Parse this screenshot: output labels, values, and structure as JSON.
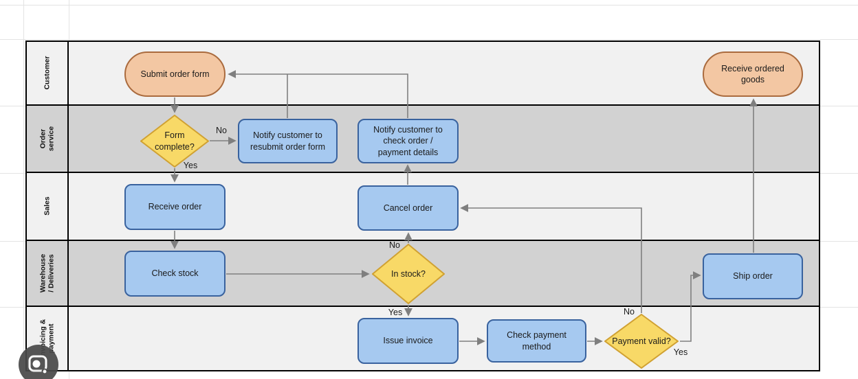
{
  "diagram": {
    "lanes": [
      {
        "label": "Customer"
      },
      {
        "label": "Order service"
      },
      {
        "label": "Sales"
      },
      {
        "label": "Warehouse / Deliveries"
      },
      {
        "label": "Invoicing & payment"
      }
    ],
    "nodes": {
      "submit_order_form": "Submit order form",
      "receive_ordered_goods": "Receive ordered goods",
      "form_complete": "Form complete?",
      "notify_resubmit": "Notify customer to resubmit order form",
      "notify_check": "Notify customer to check order / payment details",
      "receive_order": "Receive order",
      "cancel_order": "Cancel order",
      "check_stock": "Check stock",
      "in_stock": "In stock?",
      "ship_order": "Ship order",
      "issue_invoice": "Issue invoice",
      "check_payment_method": "Check payment method",
      "payment_valid": "Payment valid?"
    },
    "edge_labels": {
      "form_complete_no": "No",
      "form_complete_yes": "Yes",
      "in_stock_no": "No",
      "in_stock_yes": "Yes",
      "payment_valid_no": "No",
      "payment_valid_yes": "Yes"
    }
  },
  "overlay": {
    "lens_icon": "camera-lens-icon"
  },
  "colors": {
    "task_fill": "#a6c9f0",
    "task_stroke": "#39629e",
    "decision_fill": "#f8d967",
    "decision_stroke": "#d0a132",
    "terminator_fill": "#f3c7a3",
    "terminator_stroke": "#aa6b3e",
    "lane_light": "#f1f1f1",
    "lane_dark": "#d2d2d2",
    "connector": "#7f7f7f"
  }
}
